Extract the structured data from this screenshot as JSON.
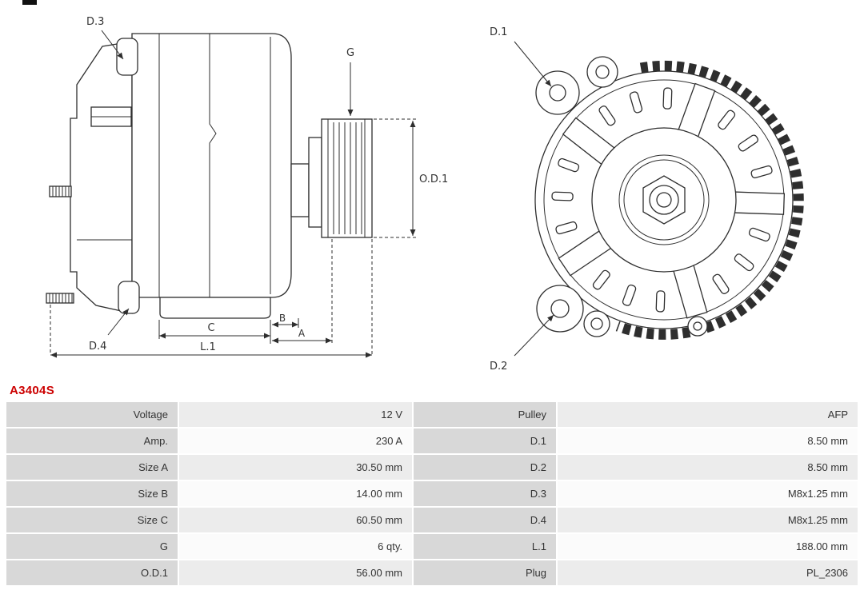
{
  "accent_color": "#cc0000",
  "part_number": "A3404S",
  "diagram": {
    "side_view": {
      "labels": {
        "d3": "D.3",
        "d4": "D.4",
        "g": "G",
        "od1": "O.D.1",
        "c": "C",
        "b": "B",
        "a": "A",
        "l1": "L.1"
      }
    },
    "rear_view": {
      "labels": {
        "d1": "D.1",
        "d2": "D.2"
      }
    }
  },
  "table": {
    "rows": [
      {
        "label_a": "Voltage",
        "value_a": "12 V",
        "label_b": "Pulley",
        "value_b": "AFP"
      },
      {
        "label_a": "Amp.",
        "value_a": "230 A",
        "label_b": "D.1",
        "value_b": "8.50 mm"
      },
      {
        "label_a": "Size A",
        "value_a": "30.50 mm",
        "label_b": "D.2",
        "value_b": "8.50 mm"
      },
      {
        "label_a": "Size B",
        "value_a": "14.00 mm",
        "label_b": "D.3",
        "value_b": "M8x1.25 mm"
      },
      {
        "label_a": "Size C",
        "value_a": "60.50 mm",
        "label_b": "D.4",
        "value_b": "M8x1.25 mm"
      },
      {
        "label_a": "G",
        "value_a": "6 qty.",
        "label_b": "L.1",
        "value_b": "188.00 mm"
      },
      {
        "label_a": "O.D.1",
        "value_a": "56.00 mm",
        "label_b": "Plug",
        "value_b": "PL_2306"
      }
    ]
  }
}
